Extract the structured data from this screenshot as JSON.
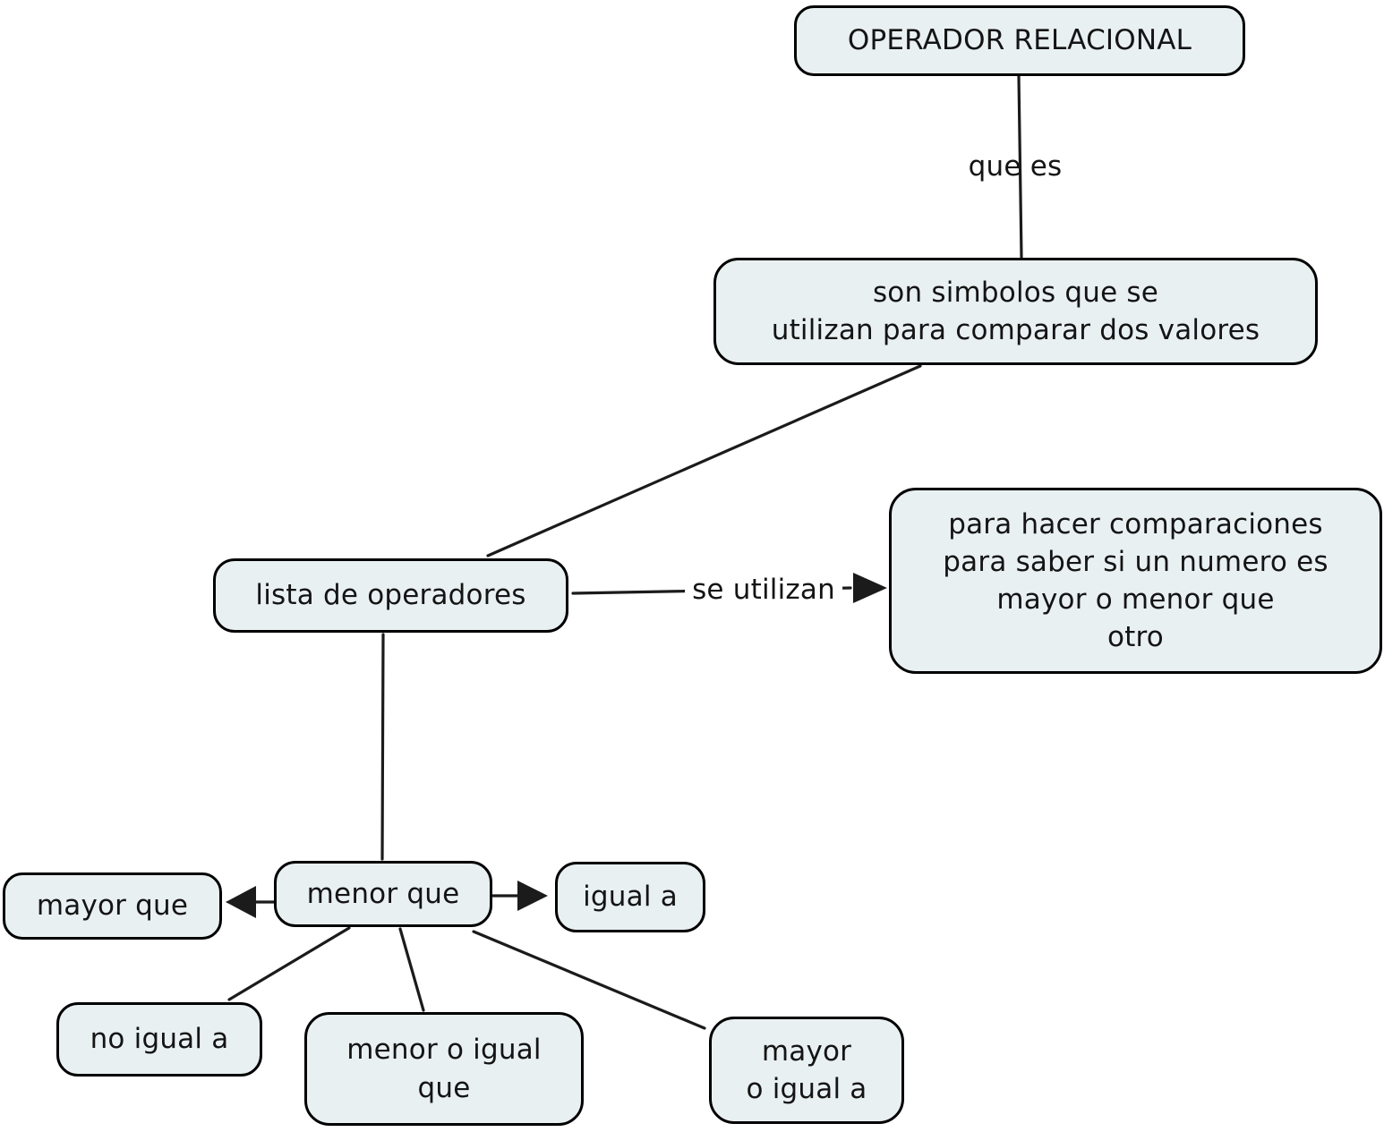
{
  "diagram_title": "OPERADOR RELACIONAL",
  "colors": {
    "background": "#ffffff",
    "node_fill": "#e9f0f2",
    "node_border": "#000000",
    "line": "#1b1b1b",
    "text": "#141414"
  },
  "nodes": [
    {
      "id": "operador-relacional",
      "lines": [
        "OPERADOR RELACIONAL"
      ]
    },
    {
      "id": "son-simbolos",
      "lines": [
        "son simbolos que se",
        "utilizan para comparar dos valores"
      ]
    },
    {
      "id": "lista-de-operadores",
      "lines": [
        "lista de operadores"
      ]
    },
    {
      "id": "para-hacer",
      "lines": [
        "para hacer comparaciones",
        "para saber si un numero es",
        "mayor o menor que",
        "otro"
      ]
    },
    {
      "id": "mayor-que",
      "lines": [
        "mayor que"
      ]
    },
    {
      "id": "menor-que",
      "lines": [
        "menor que"
      ]
    },
    {
      "id": "igual-a",
      "lines": [
        "igual a"
      ]
    },
    {
      "id": "no-igual-a",
      "lines": [
        "no igual a"
      ]
    },
    {
      "id": "menor-o-igual-que",
      "lines": [
        "menor o igual",
        "que"
      ]
    },
    {
      "id": "mayor-o-igual-a",
      "lines": [
        "mayor",
        "o igual a"
      ]
    }
  ],
  "edges": {
    "que_es_label": "que es",
    "se_utilizan_label": "se utilizan"
  }
}
